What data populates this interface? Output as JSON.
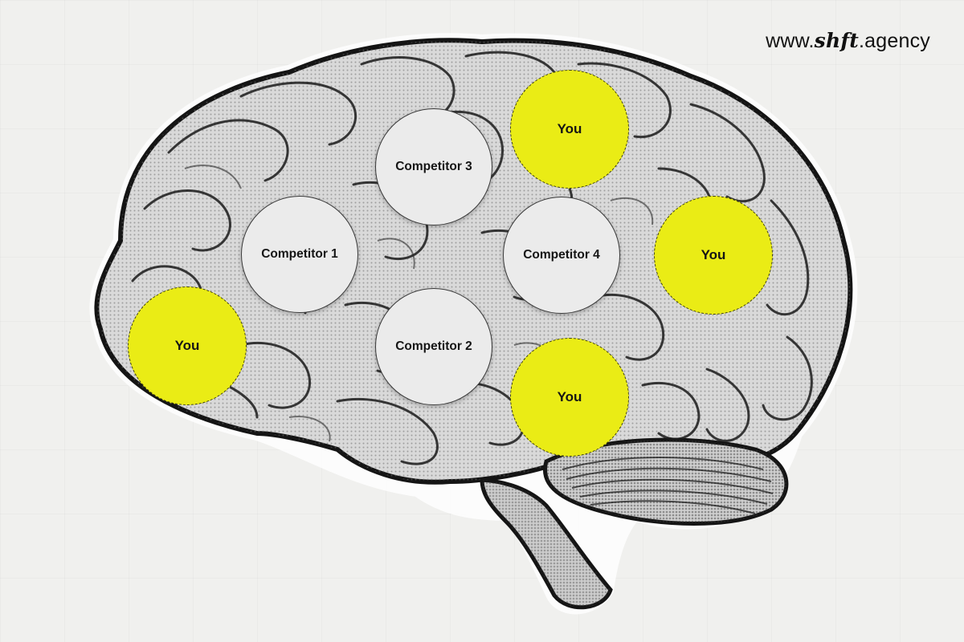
{
  "brand": {
    "prefix": "www.",
    "name": "shft",
    "suffix": ".agency"
  },
  "nodes": [
    {
      "id": "competitor-3",
      "label": "Competitor 3",
      "kind": "competitor"
    },
    {
      "id": "competitor-1",
      "label": "Competitor 1",
      "kind": "competitor"
    },
    {
      "id": "competitor-4",
      "label": "Competitor 4",
      "kind": "competitor"
    },
    {
      "id": "competitor-2",
      "label": "Competitor 2",
      "kind": "competitor"
    },
    {
      "id": "you-top",
      "label": "You",
      "kind": "you"
    },
    {
      "id": "you-right",
      "label": "You",
      "kind": "you"
    },
    {
      "id": "you-left",
      "label": "You",
      "kind": "you"
    },
    {
      "id": "you-bottom",
      "label": "You",
      "kind": "you"
    }
  ],
  "colors": {
    "you_fill": "#eaec15",
    "competitor_fill": "#ebebeb",
    "outline": "#141414"
  },
  "illustration": "brain-icon"
}
